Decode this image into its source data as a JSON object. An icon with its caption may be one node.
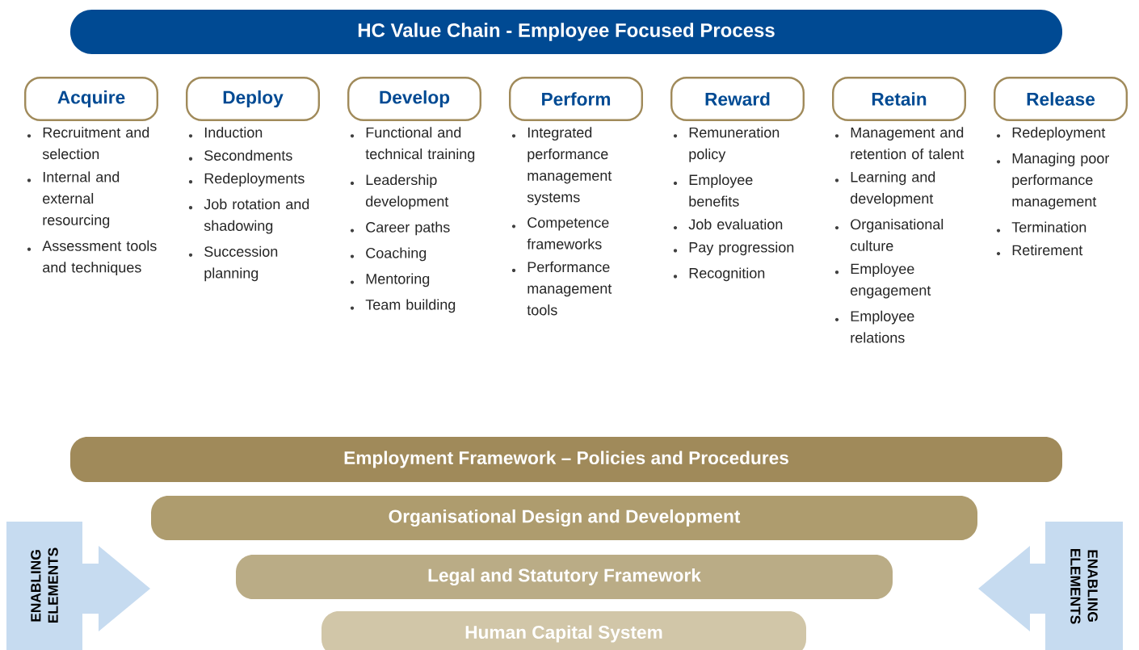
{
  "diagram": {
    "nodes": [
      {
        "text": [
          "HC Value Chain - Employee Focused Process"
        ]
      },
      {
        "text": [
          "Acquire"
        ],
        "beside": [
          "Recruitment and selection",
          "Internal and external resourcing",
          "Assessment tools and techniques"
        ]
      },
      {
        "text": [
          "Deploy"
        ],
        "beside": [
          "Induction",
          "Secondments",
          "Redeployments",
          "Job rotation and shadowing",
          "Succession planning"
        ]
      },
      {
        "text": [
          "Develop"
        ],
        "beside": [
          "Functional and technical training",
          "Leadership development",
          "Career paths",
          "Coaching",
          "Mentoring",
          "Team building"
        ]
      },
      {
        "text": [
          "Perform"
        ],
        "beside": [
          "Integrated performance management systems",
          "Competence frameworks",
          "Performance management tools"
        ]
      },
      {
        "text": [
          "Reward"
        ],
        "beside": [
          "Remuneration policy",
          "Employee benefits",
          "Job evaluation",
          "Pay progression",
          "Recognition"
        ]
      },
      {
        "text": [
          "Retain"
        ],
        "beside": [
          "Management and retention of talent",
          "Learning and development",
          "Organisational culture",
          "Employee engagement",
          "Employee relations"
        ]
      },
      {
        "text": [
          "Release"
        ],
        "beside": [
          "Redeployment",
          "Managing poor performance management",
          "Termination",
          "Retirement"
        ]
      },
      {
        "text": [
          "Employment Framework – Policies and Procedures"
        ]
      },
      {
        "text": [
          "Organisational Design and Development"
        ]
      },
      {
        "text": [
          "Legal and Statutory Framework"
        ]
      },
      {
        "text": [
          "Human Capital System"
        ]
      },
      {
        "text": [
          "ENABLING ELEMENTS"
        ]
      },
      {
        "text": [
          "ENABLING ELEMENTS"
        ]
      }
    ]
  }
}
